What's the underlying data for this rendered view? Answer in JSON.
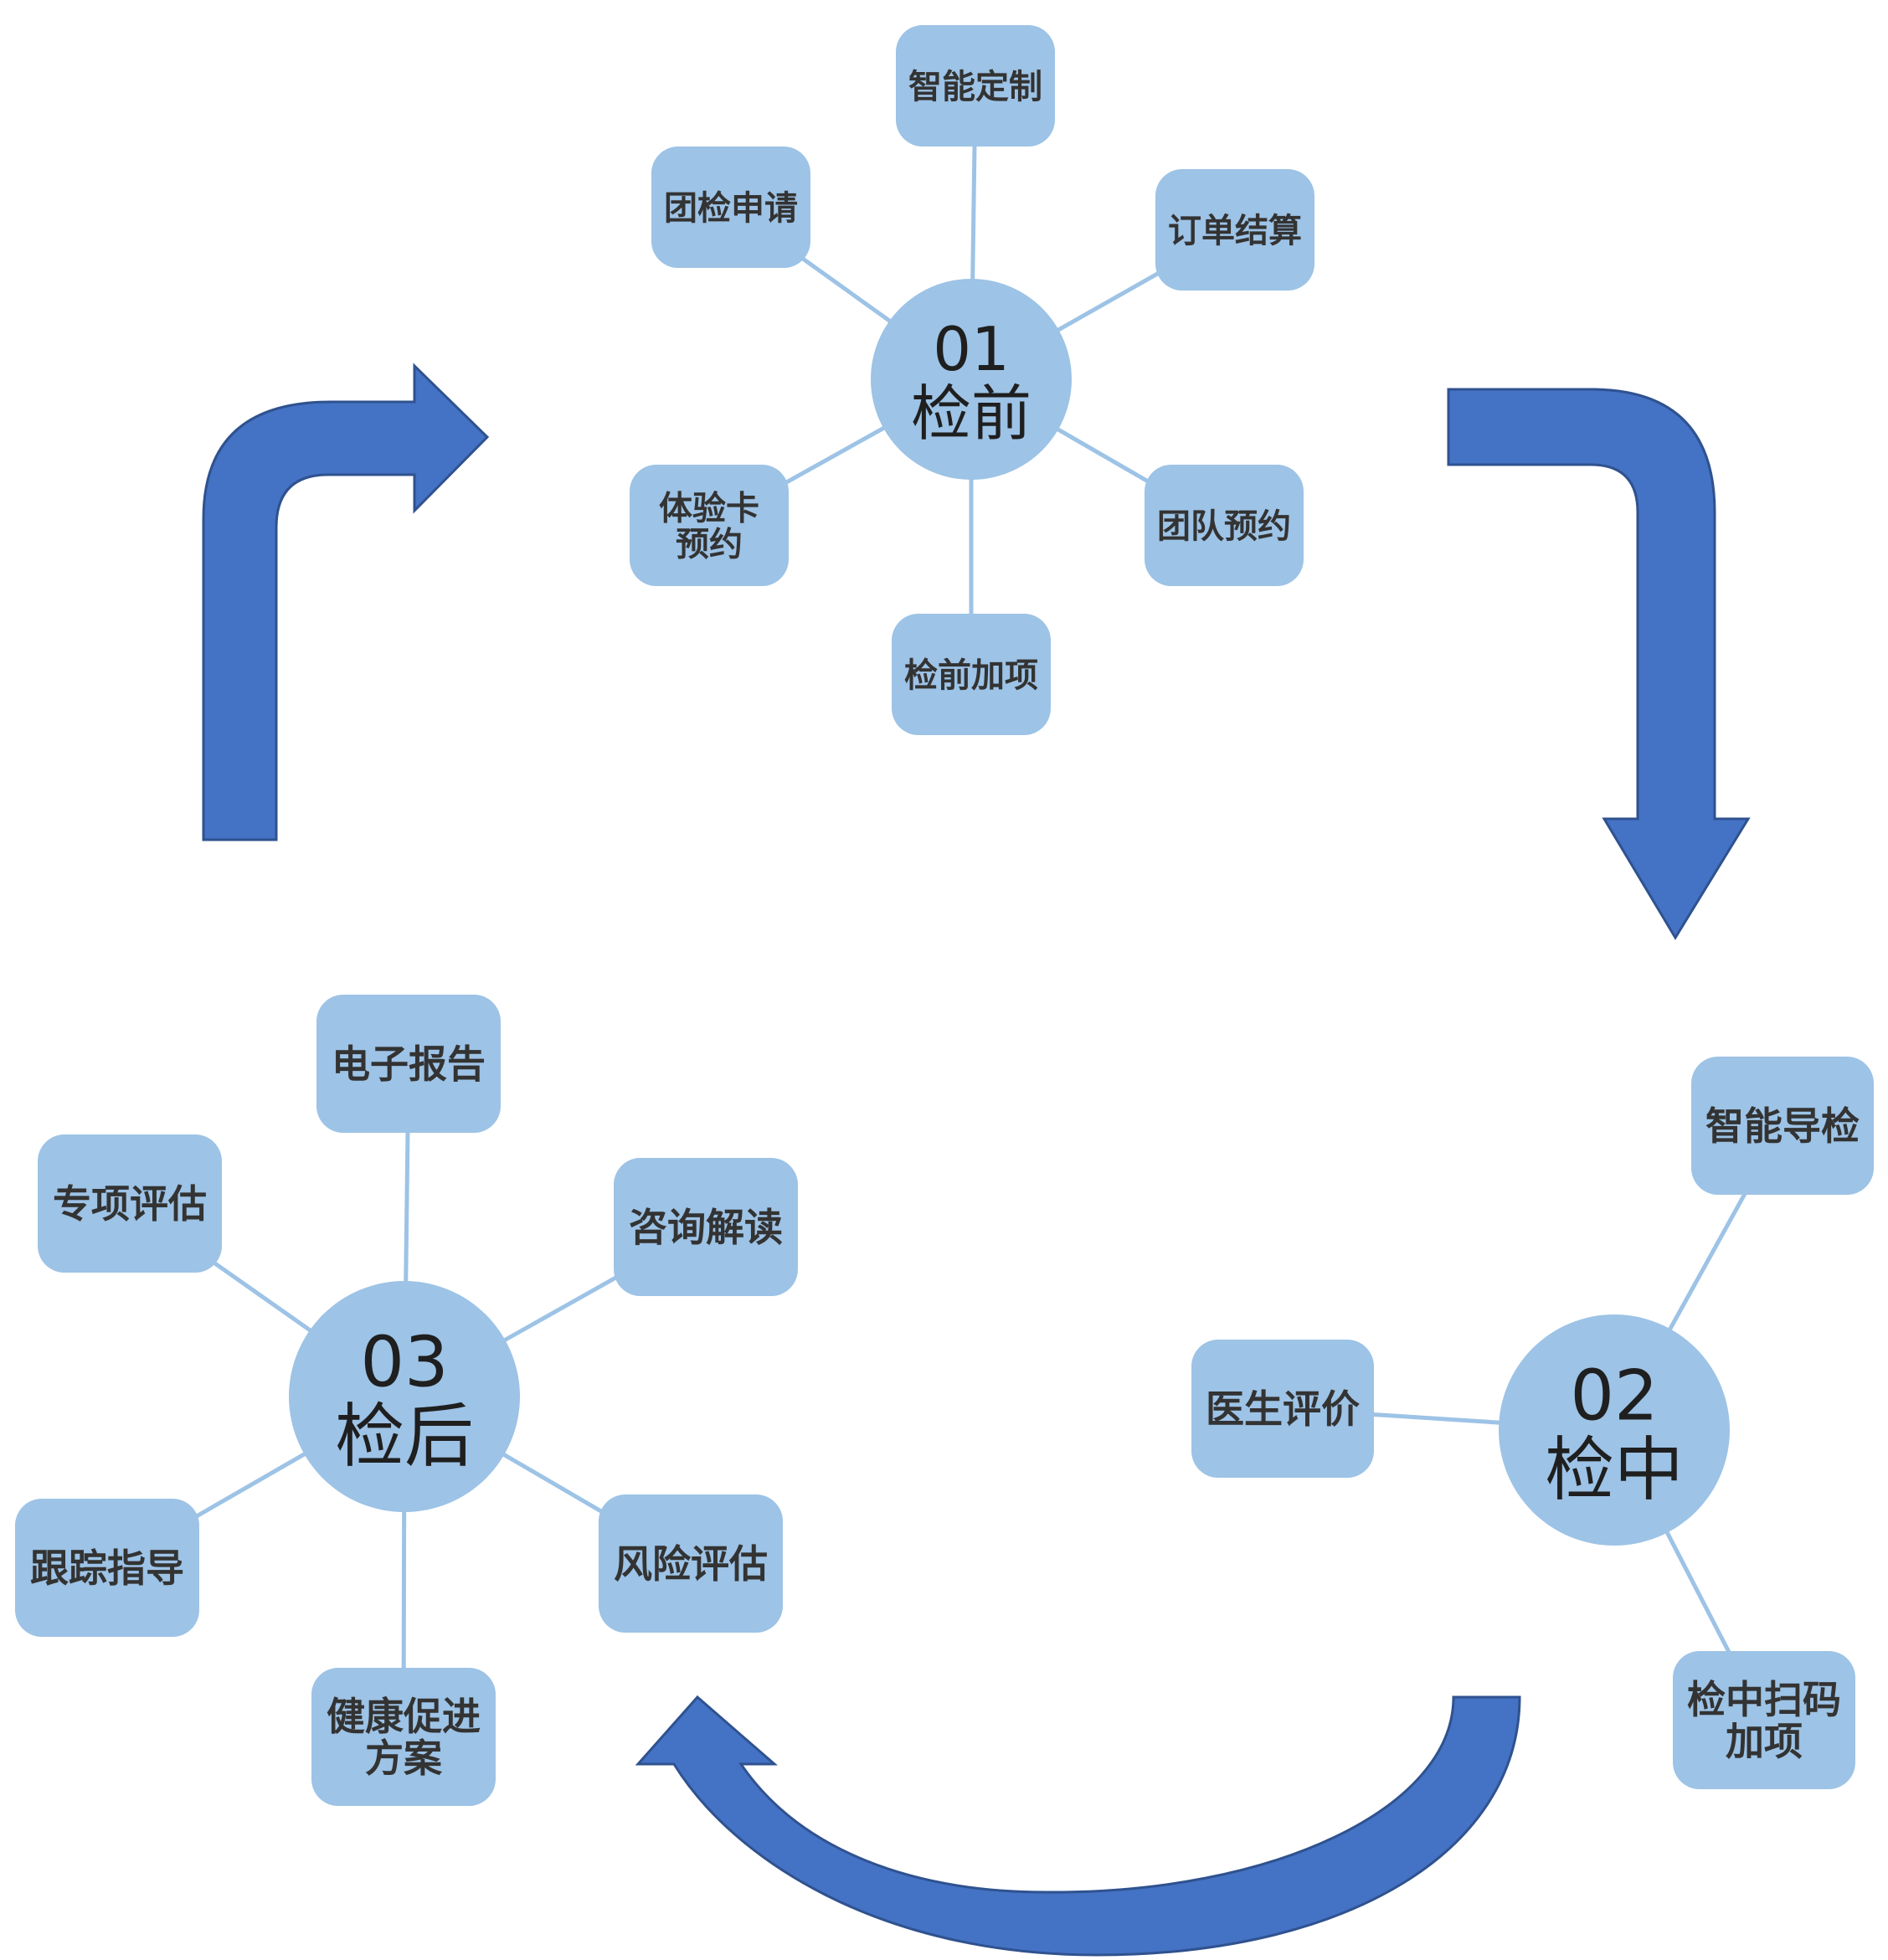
{
  "colors": {
    "node_fill": "#9dc3e6",
    "hub_fill": "#9dc3e6",
    "connector": "#9dc3e6",
    "arrow_fill": "#4472c4",
    "arrow_stroke": "#2f528f",
    "arrow_dark": "#2f5597"
  },
  "hubs": [
    {
      "id": "pre",
      "number": "01",
      "label": "检前",
      "nodes": [
        {
          "lines": [
            "智能定制"
          ]
        },
        {
          "lines": [
            "团检申请"
          ]
        },
        {
          "lines": [
            "订单结算"
          ]
        },
        {
          "lines": [
            "体验卡",
            "预约"
          ]
        },
        {
          "lines": [
            "团队预约"
          ]
        },
        {
          "lines": [
            "检前加项"
          ]
        }
      ]
    },
    {
      "id": "during",
      "number": "02",
      "label": "检中",
      "nodes": [
        {
          "lines": [
            "智能导检"
          ]
        },
        {
          "lines": [
            "医生评价"
          ]
        },
        {
          "lines": [
            "检中扫码",
            "加项"
          ]
        }
      ]
    },
    {
      "id": "post",
      "number": "03",
      "label": "检后",
      "nodes": [
        {
          "lines": [
            "电子报告"
          ]
        },
        {
          "lines": [
            "专项评估"
          ]
        },
        {
          "lines": [
            "咨询解读"
          ]
        },
        {
          "lines": [
            "跟踪指导"
          ]
        },
        {
          "lines": [
            "风险评估"
          ]
        },
        {
          "lines": [
            "健康促进",
            "方案"
          ]
        }
      ]
    }
  ]
}
